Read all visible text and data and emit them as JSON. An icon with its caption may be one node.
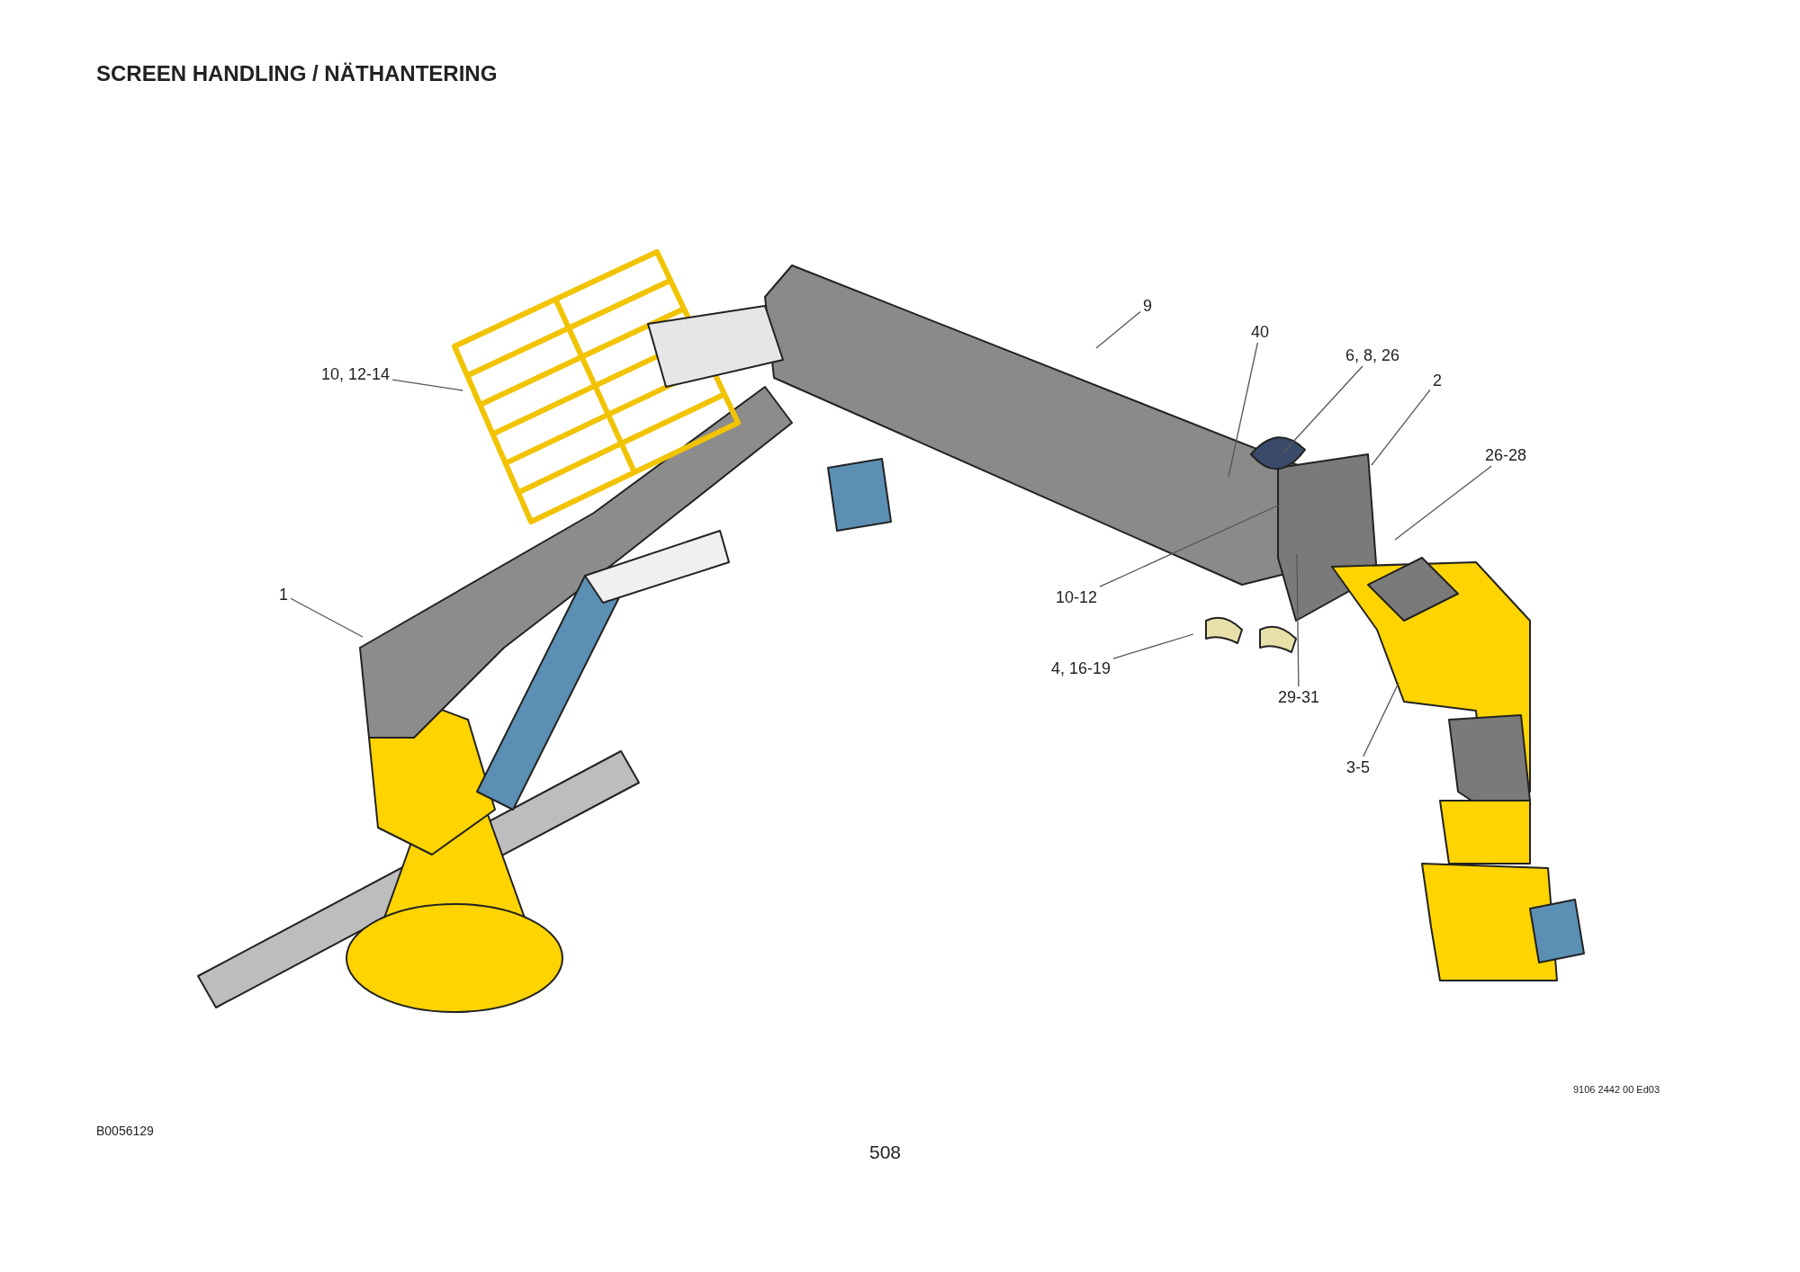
{
  "diagram": {
    "title": "SCREEN HANDLING / NÄTHANTERING",
    "nodes": [
      {
        "text": [
          "9"
        ]
      },
      {
        "text": [
          "40"
        ]
      },
      {
        "text": [
          "6, 8, 26"
        ]
      },
      {
        "text": [
          "2"
        ]
      },
      {
        "text": [
          "26-28"
        ]
      },
      {
        "text": [
          "10, 12-14"
        ]
      },
      {
        "text": [
          "1"
        ]
      },
      {
        "text": [
          "10-12"
        ]
      },
      {
        "text": [
          "4, 16-19"
        ]
      },
      {
        "text": [
          "29-31"
        ]
      },
      {
        "text": [
          "3-5"
        ]
      }
    ],
    "edges": [
      {
        "from": 0,
        "to": null,
        "arrow": "none"
      },
      {
        "from": 1,
        "to": null,
        "arrow": "none"
      },
      {
        "from": 2,
        "to": null,
        "arrow": "none"
      },
      {
        "from": 3,
        "to": null,
        "arrow": "none"
      },
      {
        "from": 4,
        "to": null,
        "arrow": "none"
      },
      {
        "from": 5,
        "to": null,
        "arrow": "none"
      },
      {
        "from": 6,
        "to": null,
        "arrow": "none"
      },
      {
        "from": 7,
        "to": null,
        "arrow": "none"
      },
      {
        "from": 8,
        "to": null,
        "arrow": "none"
      },
      {
        "from": 9,
        "to": null,
        "arrow": "none"
      },
      {
        "from": 10,
        "to": null,
        "arrow": "none"
      }
    ],
    "labels": [
      "9106 2442 00 Ed03",
      "B0056129",
      "508"
    ]
  }
}
